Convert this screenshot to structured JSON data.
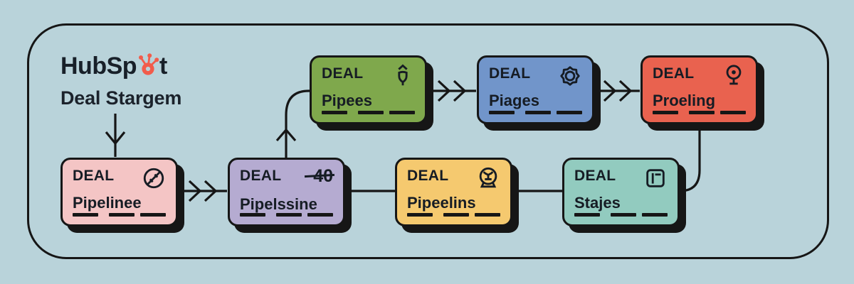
{
  "canvas": {
    "background": "#b9d3da",
    "frame_border_color": "#161616",
    "ink_color": "#161616"
  },
  "brand": {
    "logo_prefix": "HubSp",
    "logo_suffix": "t",
    "logo_color": "#182029",
    "sprocket_color": "#f25c4b",
    "subtitle": "Deal Stargem"
  },
  "nodes": {
    "pipelinee": {
      "label": "DEAL",
      "title": "Pipelinee",
      "color": "#f4c5c5",
      "icon": "gauge-slash-icon"
    },
    "pipelssine": {
      "label": "DEAL",
      "title": "Pipelssine",
      "color": "#b5abd1",
      "icon": "number-40-strike-icon",
      "icon_text": "40"
    },
    "pipeelins": {
      "label": "DEAL",
      "title": "Pipeelins",
      "color": "#f5c96f",
      "icon": "crystal-ball-icon"
    },
    "stajes": {
      "label": "DEAL",
      "title": "Stajes",
      "color": "#92cbbf",
      "icon": "layout-panel-icon"
    },
    "pipees": {
      "label": "DEAL",
      "title": "Pipees",
      "color": "#7fa84c",
      "icon": "acorn-icon"
    },
    "piages": {
      "label": "DEAL",
      "title": "Piages",
      "color": "#7195ca",
      "icon": "badge-seal-icon"
    },
    "proeling": {
      "label": "DEAL",
      "title": "Proeling",
      "color": "#e9624f",
      "icon": "globe-stand-icon"
    }
  },
  "edges": [
    {
      "from": "subtitle",
      "to": "pipelinee",
      "style": "single-chevron-down"
    },
    {
      "from": "pipelinee",
      "to": "pipelssine",
      "style": "double-chevron-right"
    },
    {
      "from": "pipelssine",
      "to": "pipees",
      "style": "curved-up-single-chevron"
    },
    {
      "from": "pipees",
      "to": "piages",
      "style": "double-chevron-right"
    },
    {
      "from": "piages",
      "to": "proeling",
      "style": "double-chevron-right"
    },
    {
      "from": "proeling",
      "to": "stajes",
      "style": "curved-down-plain"
    },
    {
      "from": "pipelssine",
      "to": "pipeelins",
      "style": "plain-line"
    },
    {
      "from": "pipeelins",
      "to": "stajes",
      "style": "plain-line"
    }
  ]
}
